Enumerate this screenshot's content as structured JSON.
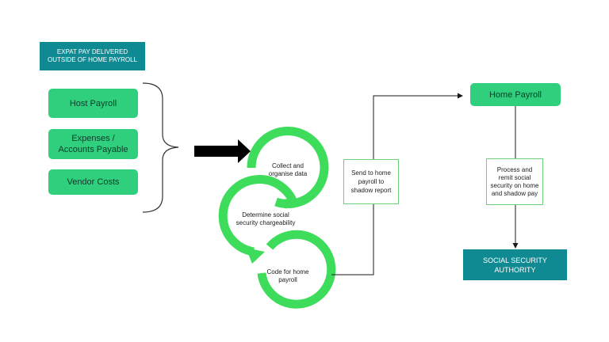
{
  "header": {
    "title": "EXPAT PAY DELIVERED OUTSIDE OF HOME PAYROLL"
  },
  "sources": [
    {
      "label": "Host Payroll"
    },
    {
      "label": "Expenses / Accounts Payable"
    },
    {
      "label": "Vendor Costs"
    }
  ],
  "process": [
    {
      "label": "Collect and organise data"
    },
    {
      "label": "Determine social security chargeability"
    },
    {
      "label": "Code for home payroll"
    }
  ],
  "send_box": {
    "label": "Send to home payroll to shadow report"
  },
  "home_payroll": {
    "label": "Home Payroll"
  },
  "remit_box": {
    "label": "Process and remit social security on home and shadow pay"
  },
  "authority": {
    "label": "SOCIAL SECURITY AUTHORITY"
  },
  "colors": {
    "teal": "#0f8a92",
    "green": "#2fcf7d",
    "ring": "#3ddc5a",
    "line": "#1a1a1a"
  }
}
